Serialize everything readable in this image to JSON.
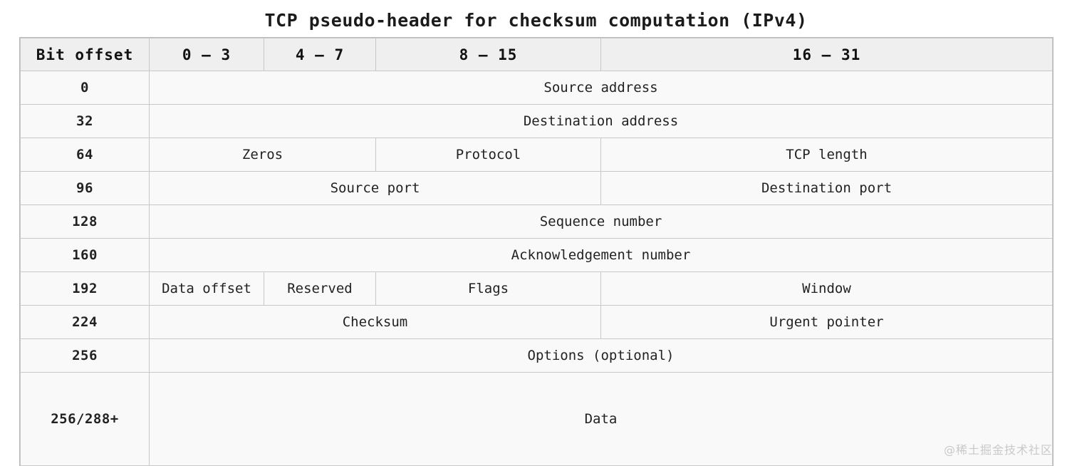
{
  "title": "TCP pseudo-header for checksum computation (IPv4)",
  "watermark": "@稀土掘金技术社区",
  "colors": {
    "highlight_pink": "#fbdad7",
    "header_bg": "#efefef",
    "offset_col_bg": "#eff0f0",
    "cell_bg": "#f9f9f9",
    "border": "#c8c8c8",
    "text": "#222222"
  },
  "table": {
    "columns": [
      {
        "label": "Bit offset"
      },
      {
        "label": "0 – 3"
      },
      {
        "label": "4 – 7"
      },
      {
        "label": "8 – 15"
      },
      {
        "label": "16 – 31"
      }
    ],
    "rows": [
      {
        "offset": "0",
        "cells": [
          {
            "label": "Source address",
            "span": 4,
            "highlight": true
          }
        ]
      },
      {
        "offset": "32",
        "cells": [
          {
            "label": "Destination address",
            "span": 4,
            "highlight": true
          }
        ]
      },
      {
        "offset": "64",
        "cells": [
          {
            "label": "Zeros",
            "span": 2,
            "highlight": true
          },
          {
            "label": "Protocol",
            "span": 1,
            "highlight": true
          },
          {
            "label": "TCP length",
            "span": 1,
            "highlight": true
          }
        ]
      },
      {
        "offset": "96",
        "cells": [
          {
            "label": "Source port",
            "span": 3,
            "highlight": false
          },
          {
            "label": "Destination port",
            "span": 1,
            "highlight": false
          }
        ]
      },
      {
        "offset": "128",
        "cells": [
          {
            "label": "Sequence number",
            "span": 4,
            "highlight": false
          }
        ]
      },
      {
        "offset": "160",
        "cells": [
          {
            "label": "Acknowledgement number",
            "span": 4,
            "highlight": false
          }
        ]
      },
      {
        "offset": "192",
        "cells": [
          {
            "label": "Data offset",
            "span": 1,
            "highlight": false
          },
          {
            "label": "Reserved",
            "span": 1,
            "highlight": false
          },
          {
            "label": "Flags",
            "span": 1,
            "highlight": false
          },
          {
            "label": "Window",
            "span": 1,
            "highlight": false
          }
        ]
      },
      {
        "offset": "224",
        "cells": [
          {
            "label": "Checksum",
            "span": 3,
            "highlight": true
          },
          {
            "label": "Urgent pointer",
            "span": 1,
            "highlight": false
          }
        ]
      },
      {
        "offset": "256",
        "cells": [
          {
            "label": "Options (optional)",
            "span": 4,
            "highlight": false
          }
        ]
      },
      {
        "offset": "256/288+",
        "tall": true,
        "cells": [
          {
            "label": "Data",
            "span": 4,
            "highlight": false
          }
        ]
      }
    ]
  }
}
